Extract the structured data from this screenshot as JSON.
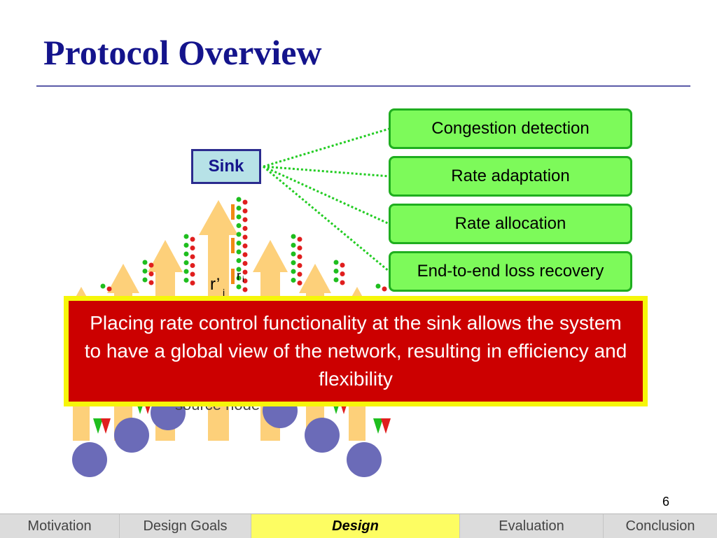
{
  "slide": {
    "title": "Protocol Overview",
    "page_number": "6"
  },
  "diagram": {
    "sink_label": "Sink",
    "functions": [
      "Congestion detection",
      "Rate adaptation",
      "Rate allocation",
      "End-to-end loss recovery"
    ],
    "rate_label_prime": "r’",
    "rate_label_r": "r",
    "rate_sub": "i",
    "source_caption_partial": "source node",
    "colors": {
      "arrow": "#fdd07a",
      "node": "#6b6bb8",
      "packet_green": "#1ebe1e",
      "packet_red": "#e01e1e",
      "queue": "#f08a14",
      "link": "#22cc22"
    }
  },
  "callout": {
    "text": "Placing rate control functionality at the sink allows the system to have a global view of the network, resulting in efficiency and flexibility"
  },
  "footer": {
    "items": [
      {
        "label": "Motivation",
        "active": false
      },
      {
        "label": "Design Goals",
        "active": false
      },
      {
        "label": "Design",
        "active": true
      },
      {
        "label": "Evaluation",
        "active": false
      },
      {
        "label": "Conclusion",
        "active": false
      }
    ]
  }
}
